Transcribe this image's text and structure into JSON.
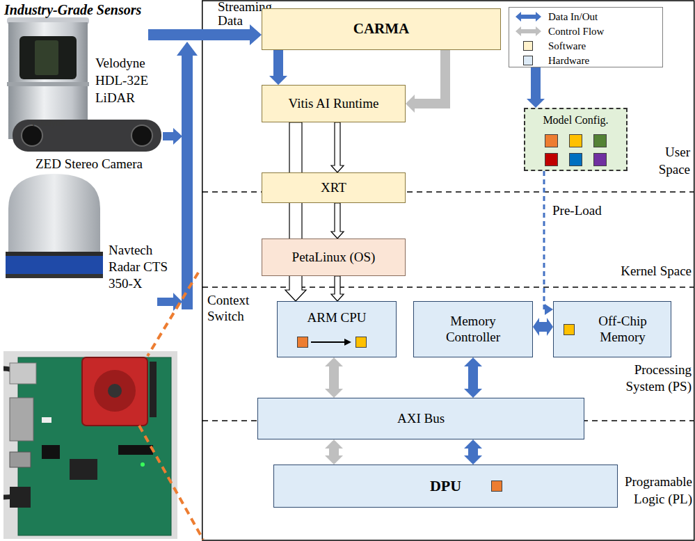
{
  "diagram": {
    "title": "Industry-Grade Sensors",
    "nodes": [
      {
        "text": [
          "CARMA"
        ]
      },
      {
        "text": [
          "Vitis AI Runtime"
        ]
      },
      {
        "text": [
          "Model Config."
        ]
      },
      {
        "text": [
          "XRT"
        ]
      },
      {
        "text": [
          "PetaLinux (OS)"
        ]
      },
      {
        "text": [
          "ARM CPU"
        ]
      },
      {
        "text": [
          "Memory Controller"
        ]
      },
      {
        "text": [
          "Off-Chip Memory"
        ]
      },
      {
        "text": [
          "AXI Bus"
        ]
      },
      {
        "text": [
          "DPU"
        ]
      }
    ],
    "edges": [
      {
        "from": 0,
        "to": 1,
        "arrow": "to"
      },
      {
        "from": 0,
        "to": 1,
        "arrow": "to"
      },
      {
        "from": 0,
        "to": 2,
        "arrow": "to"
      },
      {
        "from": 1,
        "to": 5,
        "arrow": "to"
      },
      {
        "from": 1,
        "to": 3,
        "arrow": "to"
      },
      {
        "from": 3,
        "to": 4,
        "arrow": "to"
      },
      {
        "from": 4,
        "to": 5,
        "arrow": "to"
      },
      {
        "from": 2,
        "to": 7,
        "label": "Pre-Load",
        "arrow": "to"
      },
      {
        "from": 6,
        "to": 7,
        "arrow": "both"
      },
      {
        "from": 5,
        "to": 8,
        "arrow": "both"
      },
      {
        "from": 6,
        "to": 8,
        "arrow": "both"
      },
      {
        "from": 8,
        "to": 9,
        "arrow": "both"
      },
      {
        "from": 8,
        "to": 9,
        "arrow": "both"
      }
    ],
    "labels": [
      "Streaming Data",
      "Velodyne HDL-32E LiDAR",
      "Velodyne",
      "ZED Stereo Camera",
      "Navtech Radar CTS 350-X",
      "Context Switch",
      "User Space",
      "Kernel Space",
      "Processing System (PS)",
      "Programable Logic (PL)"
    ],
    "legend": [
      {
        "text": "Data In/Out"
      },
      {
        "text": "Control Flow"
      },
      {
        "text": "Software",
        "color": "#fff2cc"
      },
      {
        "text": "Hardware",
        "color": "#deebf7"
      }
    ]
  }
}
